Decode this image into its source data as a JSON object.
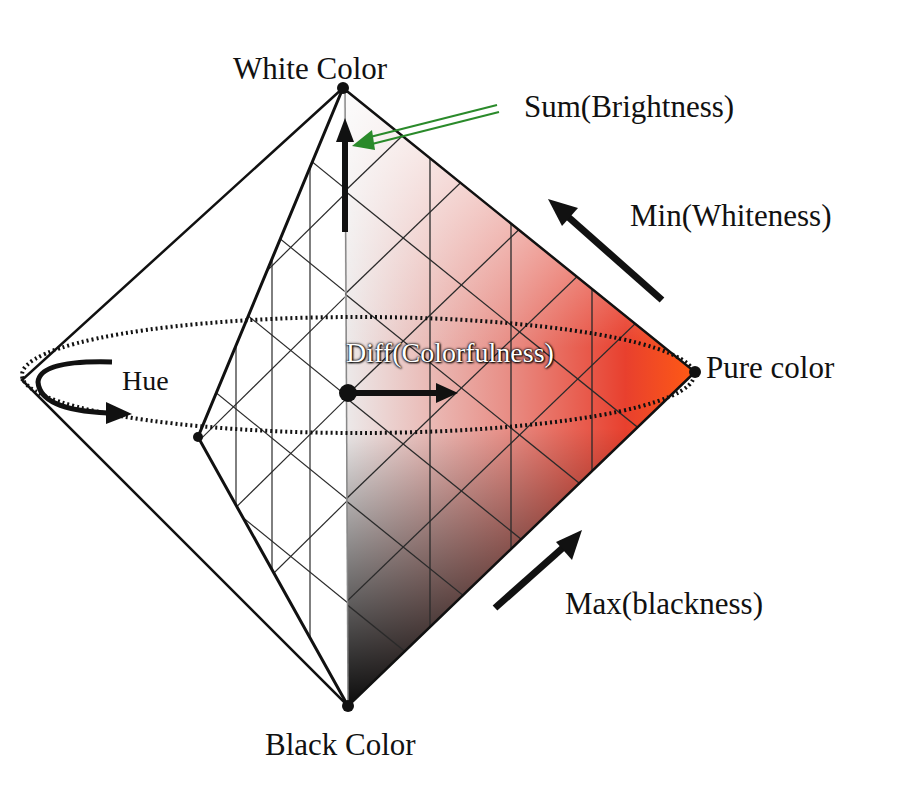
{
  "diagram": {
    "labels": [
      "White Color",
      "Sum(Brightness)",
      "Min(Whiteness)",
      "Hue",
      "Diff(Colorfulness)",
      "Pure color",
      "Max(blackness)",
      "Black Color"
    ]
  }
}
